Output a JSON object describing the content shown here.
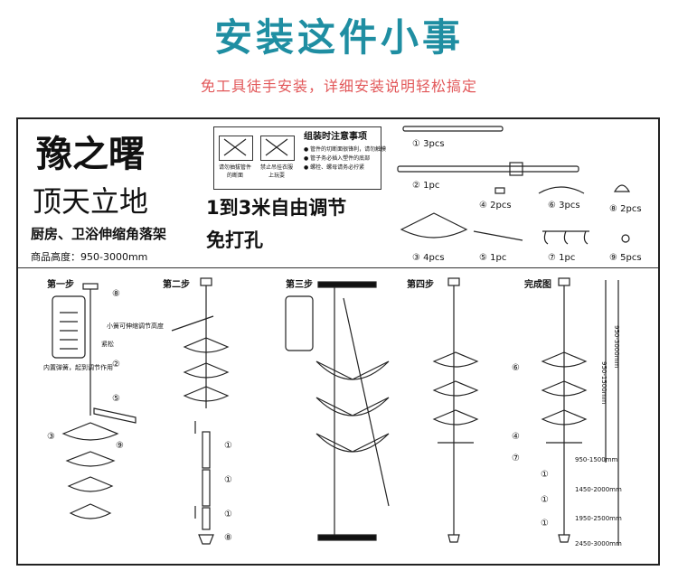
{
  "header": {
    "title": "安装这件小事",
    "subtitle": "免工具徒手安装，详细安装说明轻松搞定"
  },
  "brand": {
    "name": "豫之曙",
    "slogan": "顶天立地",
    "product": "厨房、卫浴伸缩角落架",
    "height": "商品高度：950-3000mm"
  },
  "features": [
    "1到3米自由调节",
    "免打孔"
  ],
  "notice": {
    "title": "组装时注意事项",
    "lines": [
      "● 管件的切断面很锋利，请勿触摸",
      "● 管子务必插入塑件的底部",
      "● 螺栓、螺母请务必拧紧"
    ],
    "box1_caption": "请勿抽拔管件的断面",
    "box2_caption": "禁止吊挂衣服上玩耍"
  },
  "parts": [
    {
      "label": "① 3pcs"
    },
    {
      "label": "② 1pc"
    },
    {
      "label": "④ 2pcs"
    },
    {
      "label": "⑥ 3pcs"
    },
    {
      "label": "⑧ 2pcs"
    },
    {
      "label": "③ 4pcs"
    },
    {
      "label": "⑤ 1pc"
    },
    {
      "label": "⑦ 1pc"
    },
    {
      "label": "⑨ 5pcs"
    }
  ],
  "steps": {
    "s1": "第一步",
    "s2": "第二步",
    "s3": "第三步",
    "s4": "第四步",
    "s5": "完成图"
  },
  "step1": {
    "adjust_note": "小簧可伸缩调节高度",
    "tighten": "紧松",
    "spring_note": "内置弹簧，起到调节作用"
  },
  "final": {
    "ranges": [
      "950-1500mm",
      "1450-2000mm",
      "1950-2500mm",
      "2450-3000mm"
    ],
    "total1": "950-1500mm",
    "total2": "950-3000mm"
  },
  "numbers": {
    "n1": "①",
    "n2": "②",
    "n3": "③",
    "n4": "④",
    "n5": "⑤",
    "n6": "⑥",
    "n7": "⑦",
    "n8": "⑧",
    "n9": "⑨"
  }
}
